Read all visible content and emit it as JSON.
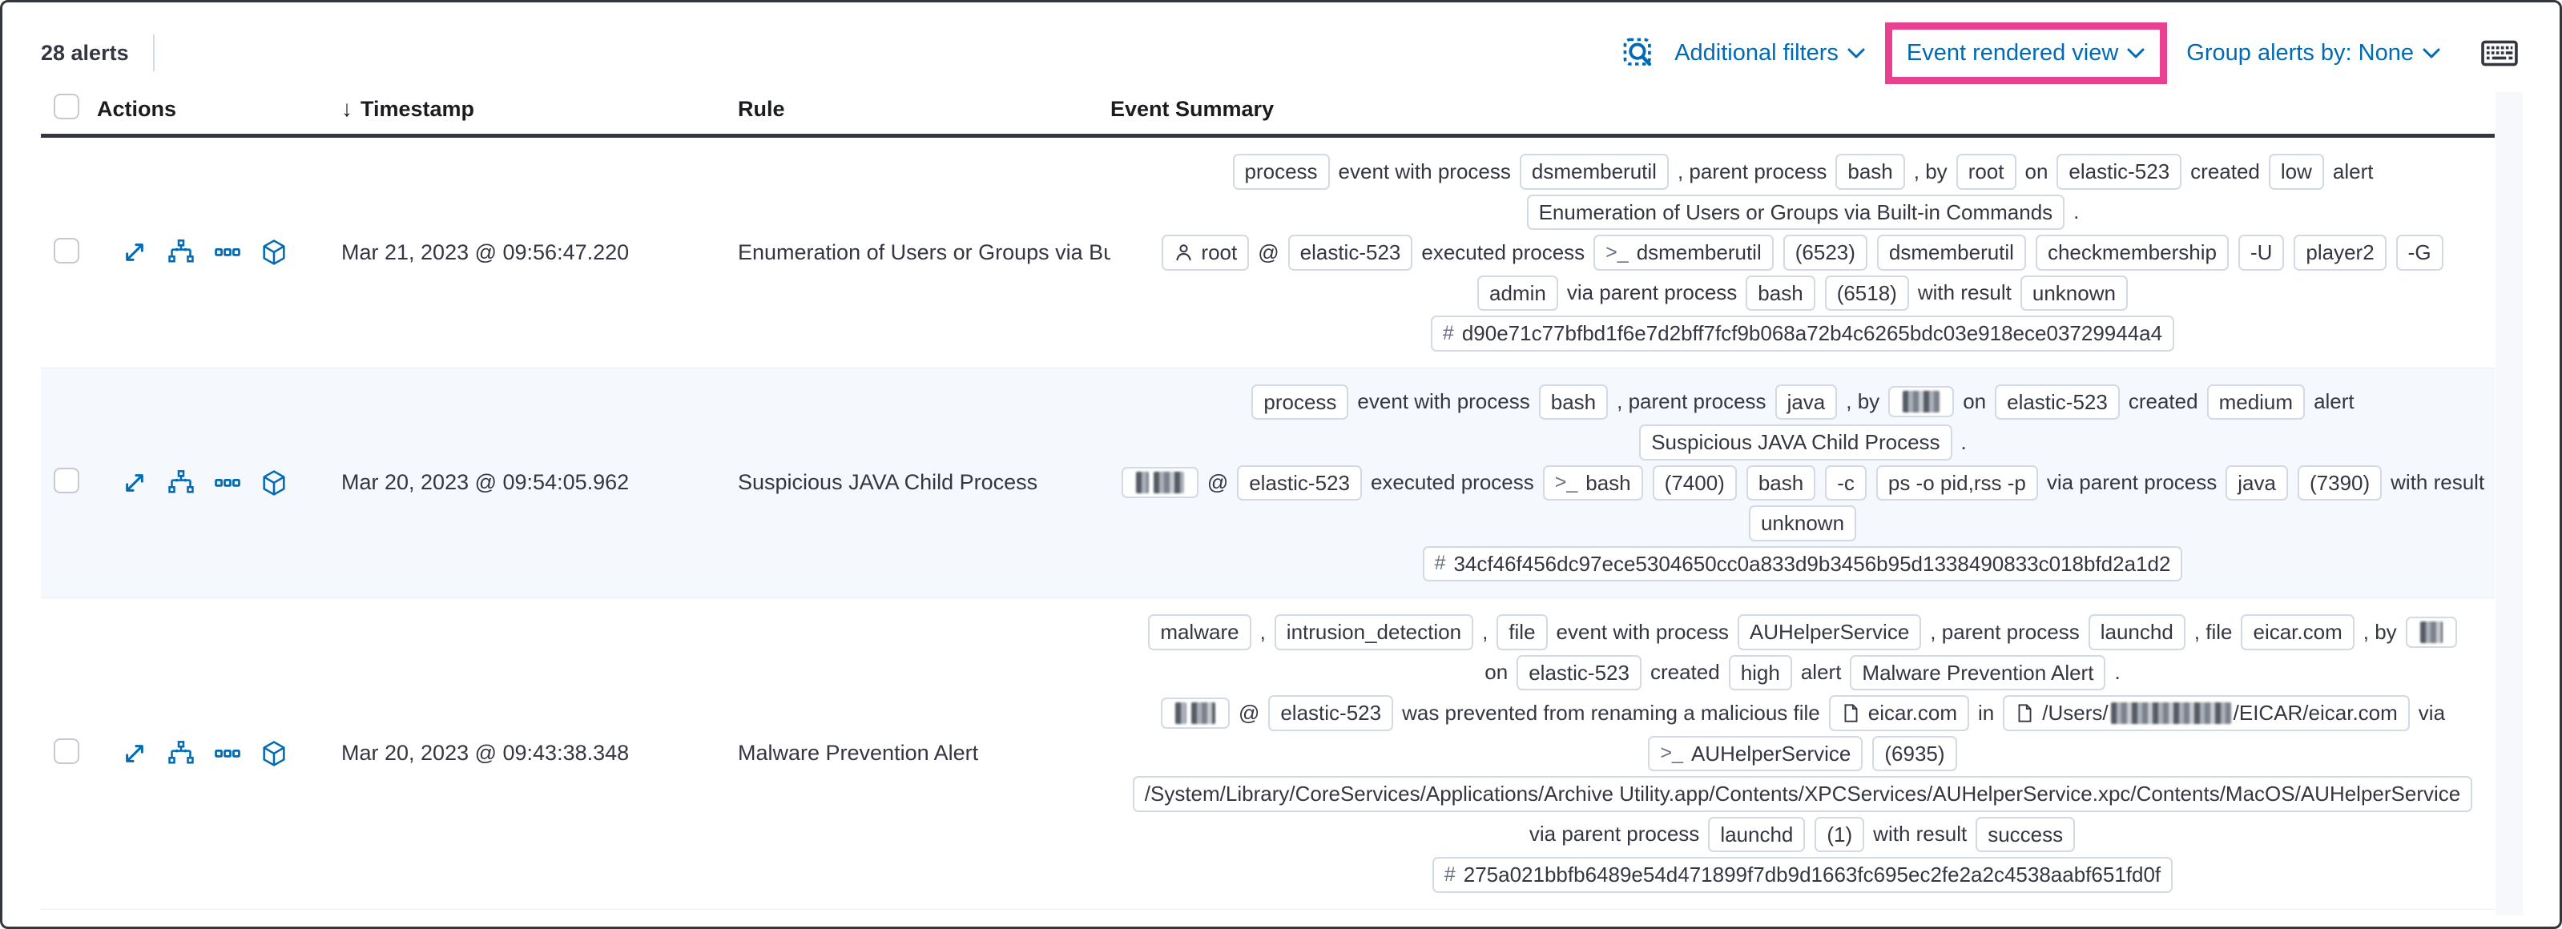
{
  "toolbar": {
    "alerts_count": "28 alerts",
    "additional_filters": "Additional filters",
    "view_selector": "Event rendered view",
    "group_by": "Group alerts by: None"
  },
  "colors": {
    "highlight_pink": "#e7418f",
    "link_blue": "#006bb4",
    "text_dark": "#343741",
    "badge_border": "#d3dae6",
    "stripe_row": "#f5f8fc"
  },
  "table": {
    "columns": {
      "actions": "Actions",
      "timestamp": "Timestamp",
      "rule": "Rule",
      "summary": "Event Summary"
    },
    "rows": [
      {
        "timestamp": "Mar 21, 2023 @ 09:56:47.220",
        "rule": "Enumeration of Users or Groups via Bui",
        "summary": [
          [
            {
              "k": "badge",
              "v": "process"
            },
            {
              "k": "text",
              "v": "event with process"
            },
            {
              "k": "badge",
              "v": "dsmemberutil"
            },
            {
              "k": "text",
              "v": ", parent process"
            },
            {
              "k": "badge",
              "v": "bash"
            },
            {
              "k": "text",
              "v": ", by"
            },
            {
              "k": "badge",
              "v": "root"
            },
            {
              "k": "text",
              "v": "on"
            },
            {
              "k": "badge",
              "v": "elastic-523"
            },
            {
              "k": "text",
              "v": "created"
            },
            {
              "k": "badge",
              "v": "low"
            },
            {
              "k": "text",
              "v": "alert"
            }
          ],
          [
            {
              "k": "badge",
              "v": "Enumeration of Users or Groups via Built-in Commands"
            },
            {
              "k": "text",
              "v": "."
            }
          ],
          [
            {
              "k": "badge",
              "v": "root",
              "icon": "user"
            },
            {
              "k": "text",
              "v": "@"
            },
            {
              "k": "badge",
              "v": "elastic-523"
            },
            {
              "k": "text",
              "v": "executed process"
            },
            {
              "k": "badge",
              "v": "dsmemberutil",
              "icon": "terminal"
            },
            {
              "k": "badge",
              "v": "(6523)"
            },
            {
              "k": "badge",
              "v": "dsmemberutil"
            },
            {
              "k": "badge",
              "v": "checkmembership"
            },
            {
              "k": "badge",
              "v": "-U"
            },
            {
              "k": "badge",
              "v": "player2"
            },
            {
              "k": "badge",
              "v": "-G"
            }
          ],
          [
            {
              "k": "badge",
              "v": "admin"
            },
            {
              "k": "text",
              "v": "via parent process"
            },
            {
              "k": "badge",
              "v": "bash"
            },
            {
              "k": "badge",
              "v": "(6518)"
            },
            {
              "k": "text",
              "v": "with result"
            },
            {
              "k": "badge",
              "v": "unknown"
            }
          ],
          [
            {
              "k": "badge",
              "v": "d90e71c77bfbd1f6e7d2bff7fcf9b068a72b4c6265bdc03e918ece03729944a4",
              "icon": "hash"
            }
          ]
        ]
      },
      {
        "timestamp": "Mar 20, 2023 @ 09:54:05.962",
        "rule": "Suspicious JAVA Child Process",
        "summary": [
          [
            {
              "k": "badge",
              "v": "process"
            },
            {
              "k": "text",
              "v": "event with process"
            },
            {
              "k": "badge",
              "v": "bash"
            },
            {
              "k": "text",
              "v": ", parent process"
            },
            {
              "k": "badge",
              "v": "java"
            },
            {
              "k": "text",
              "v": ", by"
            },
            {
              "k": "badge",
              "parts": [
                {
                  "blur": 46
                }
              ]
            },
            {
              "k": "text",
              "v": "on"
            },
            {
              "k": "badge",
              "v": "elastic-523"
            },
            {
              "k": "text",
              "v": "created"
            },
            {
              "k": "badge",
              "v": "medium"
            },
            {
              "k": "text",
              "v": "alert"
            }
          ],
          [
            {
              "k": "badge",
              "v": "Suspicious JAVA Child Process"
            },
            {
              "k": "text",
              "v": "."
            }
          ],
          [
            {
              "k": "badge",
              "parts": [
                {
                  "blur": 16
                },
                {
                  "blur": 38
                }
              ]
            },
            {
              "k": "text",
              "v": "@"
            },
            {
              "k": "badge",
              "v": "elastic-523"
            },
            {
              "k": "text",
              "v": "executed process"
            },
            {
              "k": "badge",
              "v": "bash",
              "icon": "terminal"
            },
            {
              "k": "badge",
              "v": "(7400)"
            },
            {
              "k": "badge",
              "v": "bash"
            },
            {
              "k": "badge",
              "v": "-c"
            },
            {
              "k": "badge",
              "v": "ps -o pid,rss -p"
            },
            {
              "k": "text",
              "v": "via parent process"
            },
            {
              "k": "badge",
              "v": "java"
            },
            {
              "k": "badge",
              "v": "(7390)"
            },
            {
              "k": "text",
              "v": "with result"
            }
          ],
          [
            {
              "k": "badge",
              "v": "unknown"
            }
          ],
          [
            {
              "k": "badge",
              "v": "34cf46f456dc97ece5304650cc0a833d9b3456b95d1338490833c018bfd2a1d2",
              "icon": "hash"
            }
          ]
        ]
      },
      {
        "timestamp": "Mar 20, 2023 @ 09:43:38.348",
        "rule": "Malware Prevention Alert",
        "summary": [
          [
            {
              "k": "badge",
              "v": "malware"
            },
            {
              "k": "text",
              "v": ","
            },
            {
              "k": "badge",
              "v": "intrusion_detection"
            },
            {
              "k": "text",
              "v": ","
            },
            {
              "k": "badge",
              "v": "file"
            },
            {
              "k": "text",
              "v": "event with process"
            },
            {
              "k": "badge",
              "v": "AUHelperService"
            },
            {
              "k": "text",
              "v": ", parent process"
            },
            {
              "k": "badge",
              "v": "launchd"
            },
            {
              "k": "text",
              "v": ", file"
            },
            {
              "k": "badge",
              "v": "eicar.com"
            },
            {
              "k": "text",
              "v": ", by"
            },
            {
              "k": "badge",
              "parts": [
                {
                  "blur": 28
                }
              ]
            }
          ],
          [
            {
              "k": "text",
              "v": "on"
            },
            {
              "k": "badge",
              "v": "elastic-523"
            },
            {
              "k": "text",
              "v": "created"
            },
            {
              "k": "badge",
              "v": "high"
            },
            {
              "k": "text",
              "v": "alert"
            },
            {
              "k": "badge",
              "v": "Malware Prevention Alert"
            },
            {
              "k": "text",
              "v": "."
            }
          ],
          [
            {
              "k": "badge",
              "parts": [
                {
                  "blur": 14
                },
                {
                  "blur": 30
                }
              ]
            },
            {
              "k": "text",
              "v": "@"
            },
            {
              "k": "badge",
              "v": "elastic-523"
            },
            {
              "k": "text",
              "v": "was prevented from renaming a malicious file"
            },
            {
              "k": "badge",
              "v": "eicar.com",
              "icon": "file"
            },
            {
              "k": "text",
              "v": "in"
            },
            {
              "k": "badge",
              "icon": "file",
              "parts": [
                {
                  "v": "/Users/"
                },
                {
                  "blur": 150
                },
                {
                  "v": "/EICAR/eicar.com"
                }
              ]
            },
            {
              "k": "text",
              "v": "via"
            }
          ],
          [
            {
              "k": "badge",
              "v": "AUHelperService",
              "icon": "terminal"
            },
            {
              "k": "badge",
              "v": "(6935)"
            }
          ],
          [
            {
              "k": "badge",
              "v": "/System/Library/CoreServices/Applications/Archive Utility.app/Contents/XPCServices/AUHelperService.xpc/Contents/MacOS/AUHelperService"
            }
          ],
          [
            {
              "k": "text",
              "v": "via parent process"
            },
            {
              "k": "badge",
              "v": "launchd"
            },
            {
              "k": "badge",
              "v": "(1)"
            },
            {
              "k": "text",
              "v": "with result"
            },
            {
              "k": "badge",
              "v": "success"
            }
          ],
          [
            {
              "k": "badge",
              "v": "275a021bbfb6489e54d471899f7db9d1663fc695ec2fe2a2c4538aabf651fd0f",
              "icon": "hash"
            }
          ]
        ]
      }
    ]
  }
}
